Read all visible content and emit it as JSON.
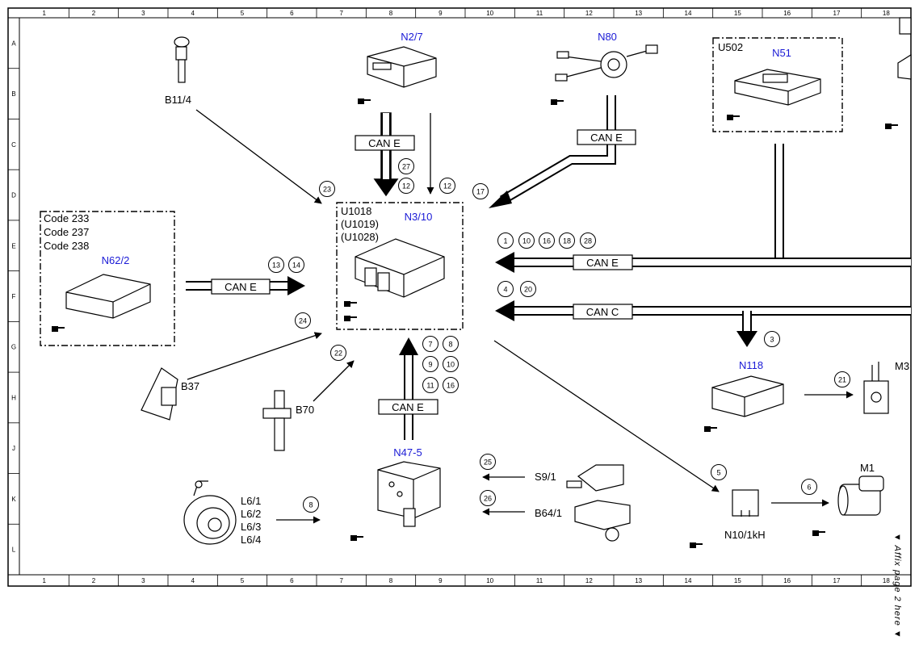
{
  "grid": {
    "columns": [
      "1",
      "2",
      "3",
      "4",
      "5",
      "6",
      "7",
      "8",
      "9",
      "10",
      "11",
      "12",
      "13",
      "14",
      "15",
      "16",
      "17",
      "18"
    ],
    "rows": [
      "A",
      "B",
      "C",
      "D",
      "E",
      "F",
      "G",
      "H",
      "J",
      "K",
      "L"
    ]
  },
  "components": {
    "b11_4": "B11/4",
    "n2_7": "N2/7",
    "n80": "N80",
    "u502": "U502",
    "n51": "N51",
    "n3_10_codes": [
      "U1018",
      "(U1019)",
      "(U1028)"
    ],
    "n3_10": "N3/10",
    "n62_2_codes": [
      "Code 233",
      "Code 237",
      "Code 238"
    ],
    "n62_2": "N62/2",
    "b37": "B37",
    "b70": "B70",
    "n118": "N118",
    "m3": "M3",
    "n47_5": "N47-5",
    "s9_1": "S9/1",
    "b64_1": "B64/1",
    "l6": [
      "L6/1",
      "L6/2",
      "L6/3",
      "L6/4"
    ],
    "n10_1kh": "N10/1kH",
    "m1": "M1"
  },
  "bus_labels": {
    "can_e_top": "CAN E",
    "can_e_n80": "CAN E",
    "can_e_left": "CAN E",
    "can_e_right": "CAN E",
    "can_c_right": "CAN C",
    "can_e_bottom": "CAN E"
  },
  "callouts": {
    "c23": "23",
    "c27": "27",
    "c12a": "12",
    "c12b": "12",
    "c17": "17",
    "c1": "1",
    "c10a": "10",
    "c16a": "16",
    "c18": "18",
    "c28": "28",
    "c4": "4",
    "c20": "20",
    "c13": "13",
    "c14": "14",
    "c24": "24",
    "c22": "22",
    "c7": "7",
    "c8a": "8",
    "c9": "9",
    "c10b": "10",
    "c11": "11",
    "c16b": "16",
    "c3": "3",
    "c21": "21",
    "c25": "25",
    "c26": "26",
    "c8b": "8",
    "c5": "5",
    "c6": "6"
  },
  "side_note": "▼ Affix page 2 here ▼"
}
